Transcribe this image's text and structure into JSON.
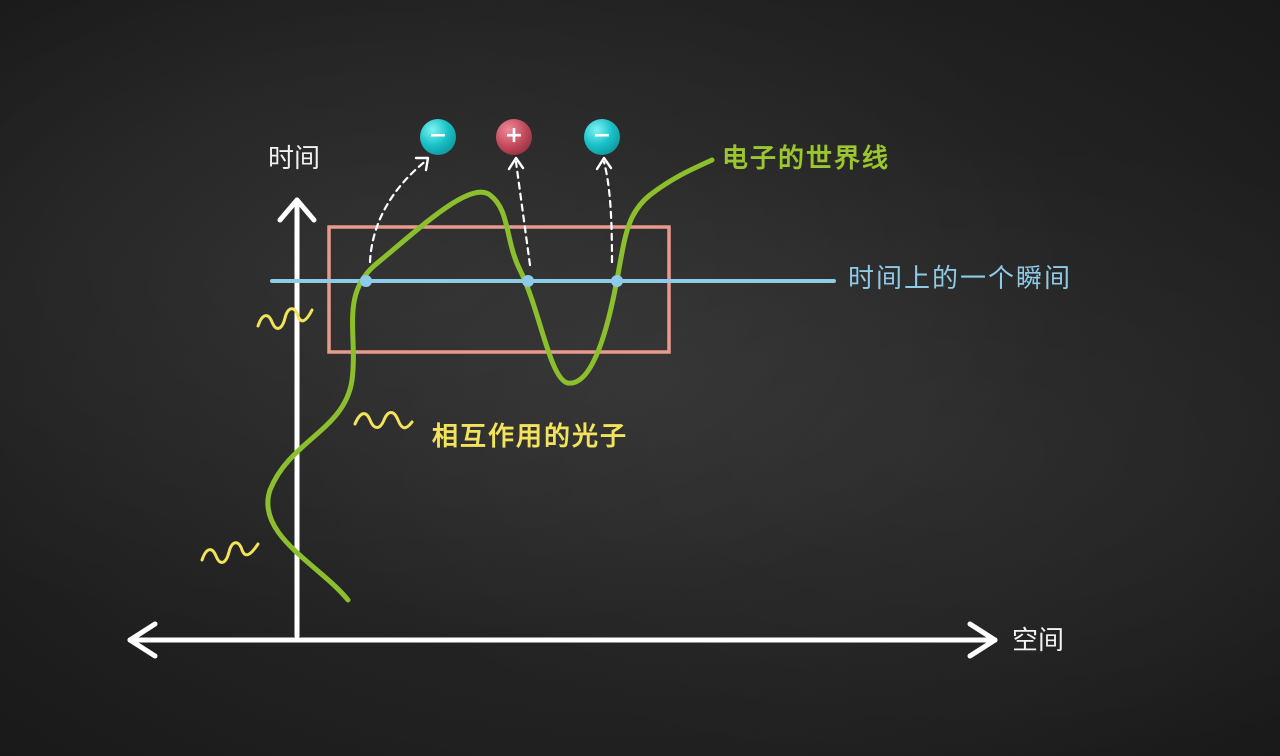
{
  "labels": {
    "time_axis": "时间",
    "space_axis": "空间",
    "worldline": "电子的世界线",
    "instant": "时间上的一个瞬间",
    "photon": "相互作用的光子"
  },
  "particles": [
    {
      "charge": "negative",
      "symbol": "−"
    },
    {
      "charge": "positive",
      "symbol": "+"
    },
    {
      "charge": "negative",
      "symbol": "−"
    }
  ],
  "colors": {
    "background": "#232323",
    "axes": "#ffffff",
    "worldline": "#8cbf2d",
    "instant_line": "#8ecbe8",
    "time_window_box": "#e89a8c",
    "photon": "#f2e35a",
    "negative_particle": "#19c2c8",
    "positive_particle": "#c0495a"
  }
}
